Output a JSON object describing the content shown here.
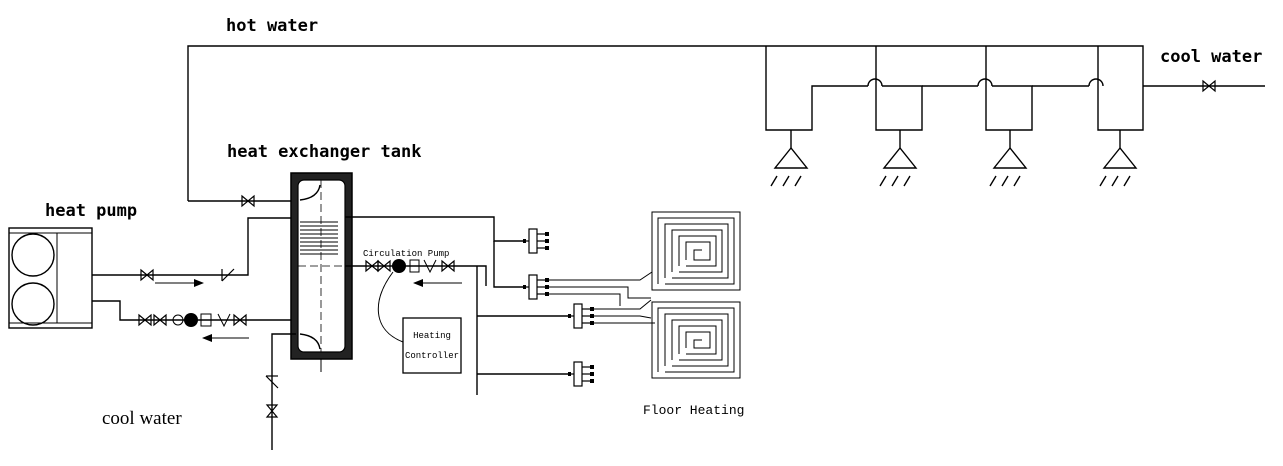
{
  "labels": {
    "hot_water": "hot water",
    "cool_water_top": "cool water",
    "heat_exchanger_tank": "heat exchanger tank",
    "heat_pump": "heat pump",
    "circulation_pump": "Circulation Pump",
    "heating_controller_line1": "Heating",
    "heating_controller_line2": "Controller",
    "floor_heating": "Floor Heating",
    "cool_water_bottom": "cool water"
  },
  "colors": {
    "line": "#000000",
    "background": "#ffffff"
  },
  "icons": [
    "valve-icon",
    "pump-icon",
    "shower-icon",
    "arrow-icon",
    "manifold-icon",
    "fan-icon"
  ]
}
